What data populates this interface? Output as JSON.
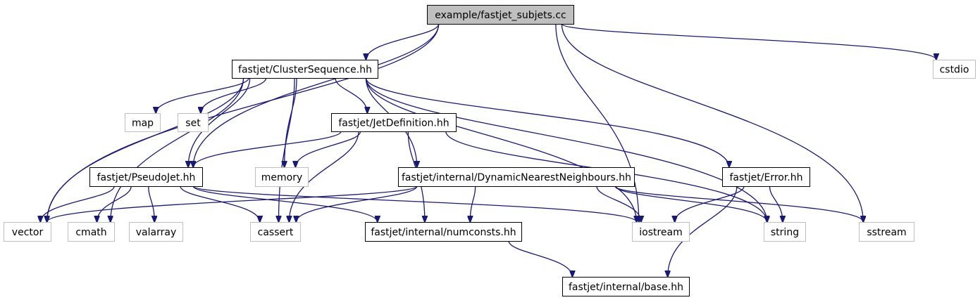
{
  "colors": {
    "edge": "#191970",
    "root_fill": "#bfbfbf",
    "local_border": "#000000",
    "external_border": "#bfbfbf",
    "text": "#000000"
  },
  "nodes": [
    {
      "id": "root",
      "label": "example/fastjet_subjets.cc",
      "kind": "root"
    },
    {
      "id": "clusterseq",
      "label": "fastjet/ClusterSequence.hh",
      "kind": "local"
    },
    {
      "id": "cstdio",
      "label": "cstdio",
      "kind": "external"
    },
    {
      "id": "map",
      "label": "map",
      "kind": "external"
    },
    {
      "id": "set",
      "label": "set",
      "kind": "external"
    },
    {
      "id": "jetdef",
      "label": "fastjet/JetDefinition.hh",
      "kind": "local"
    },
    {
      "id": "pseudojet",
      "label": "fastjet/PseudoJet.hh",
      "kind": "local"
    },
    {
      "id": "memory",
      "label": "memory",
      "kind": "external"
    },
    {
      "id": "dnn",
      "label": "fastjet/internal/DynamicNearestNeighbours.hh",
      "kind": "local"
    },
    {
      "id": "error",
      "label": "fastjet/Error.hh",
      "kind": "local"
    },
    {
      "id": "vector",
      "label": "vector",
      "kind": "external"
    },
    {
      "id": "cmath",
      "label": "cmath",
      "kind": "external"
    },
    {
      "id": "valarray",
      "label": "valarray",
      "kind": "external"
    },
    {
      "id": "cassert",
      "label": "cassert",
      "kind": "external"
    },
    {
      "id": "numconsts",
      "label": "fastjet/internal/numconsts.hh",
      "kind": "local"
    },
    {
      "id": "iostream",
      "label": "iostream",
      "kind": "external"
    },
    {
      "id": "string",
      "label": "string",
      "kind": "external"
    },
    {
      "id": "sstream",
      "label": "sstream",
      "kind": "external"
    },
    {
      "id": "base",
      "label": "fastjet/internal/base.hh",
      "kind": "local"
    }
  ],
  "edges": [
    {
      "from": "root",
      "to": "clusterseq"
    },
    {
      "from": "root",
      "to": "cstdio"
    },
    {
      "from": "root",
      "to": "vector"
    },
    {
      "from": "root",
      "to": "pseudojet"
    },
    {
      "from": "root",
      "to": "iostream"
    },
    {
      "from": "root",
      "to": "sstream"
    },
    {
      "from": "clusterseq",
      "to": "map"
    },
    {
      "from": "clusterseq",
      "to": "set"
    },
    {
      "from": "clusterseq",
      "to": "jetdef"
    },
    {
      "from": "clusterseq",
      "to": "pseudojet"
    },
    {
      "from": "clusterseq",
      "to": "memory"
    },
    {
      "from": "clusterseq",
      "to": "dnn"
    },
    {
      "from": "clusterseq",
      "to": "error"
    },
    {
      "from": "clusterseq",
      "to": "vector"
    },
    {
      "from": "clusterseq",
      "to": "cmath"
    },
    {
      "from": "clusterseq",
      "to": "cassert"
    },
    {
      "from": "clusterseq",
      "to": "iostream"
    },
    {
      "from": "clusterseq",
      "to": "string"
    },
    {
      "from": "jetdef",
      "to": "pseudojet"
    },
    {
      "from": "jetdef",
      "to": "memory"
    },
    {
      "from": "jetdef",
      "to": "cassert"
    },
    {
      "from": "jetdef",
      "to": "numconsts"
    },
    {
      "from": "jetdef",
      "to": "string"
    },
    {
      "from": "pseudojet",
      "to": "vector"
    },
    {
      "from": "pseudojet",
      "to": "cmath"
    },
    {
      "from": "pseudojet",
      "to": "valarray"
    },
    {
      "from": "pseudojet",
      "to": "cassert"
    },
    {
      "from": "pseudojet",
      "to": "numconsts"
    },
    {
      "from": "pseudojet",
      "to": "iostream"
    },
    {
      "from": "dnn",
      "to": "vector"
    },
    {
      "from": "dnn",
      "to": "cassert"
    },
    {
      "from": "dnn",
      "to": "numconsts"
    },
    {
      "from": "dnn",
      "to": "iostream"
    },
    {
      "from": "dnn",
      "to": "string"
    },
    {
      "from": "dnn",
      "to": "sstream"
    },
    {
      "from": "error",
      "to": "iostream"
    },
    {
      "from": "error",
      "to": "string"
    },
    {
      "from": "error",
      "to": "base"
    },
    {
      "from": "numconsts",
      "to": "base"
    }
  ]
}
